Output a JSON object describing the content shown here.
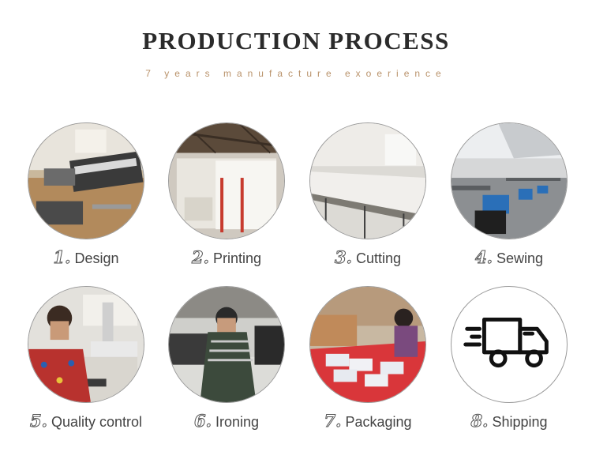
{
  "header": {
    "title": "PRODUCTION PROCESS",
    "subtitle": "7 years manufacture exoerience"
  },
  "steps": [
    {
      "number": "1.",
      "label": "Design",
      "icon": "design-photo"
    },
    {
      "number": "2.",
      "label": "Printing",
      "icon": "printing-photo"
    },
    {
      "number": "3.",
      "label": "Cutting",
      "icon": "cutting-photo"
    },
    {
      "number": "4.",
      "label": "Sewing",
      "icon": "sewing-photo"
    },
    {
      "number": "5.",
      "label": "Quality control",
      "icon": "quality-control-photo"
    },
    {
      "number": "6.",
      "label": "Ironing",
      "icon": "ironing-photo"
    },
    {
      "number": "7.",
      "label": "Packaging",
      "icon": "packaging-photo"
    },
    {
      "number": "8.",
      "label": "Shipping",
      "icon": "truck-icon"
    }
  ],
  "colors": {
    "title": "#2b2b2b",
    "subtitle": "#b9926a",
    "label": "#444444"
  }
}
